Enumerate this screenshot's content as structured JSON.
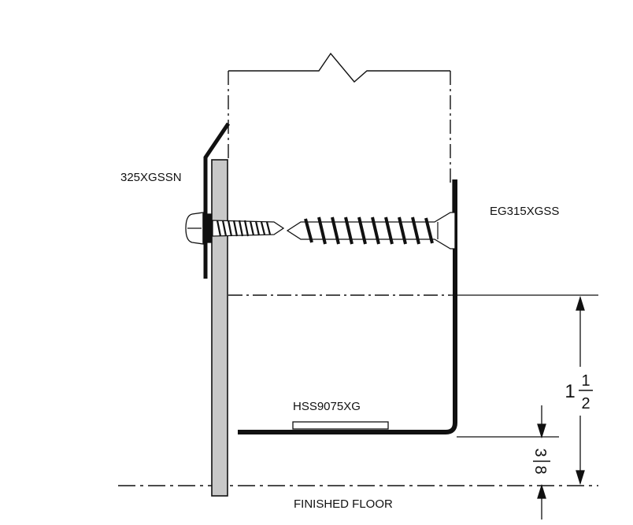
{
  "labels": {
    "part_left": "325XGSSN",
    "part_right": "EG315XGSS",
    "part_bottom": "HSS9075XG",
    "floor": "FINISHED FLOOR"
  },
  "dimensions": {
    "vertical_large": {
      "whole": "1",
      "numerator": "1",
      "denominator": "2"
    },
    "vertical_small": {
      "numerator": "3",
      "denominator": "8"
    }
  },
  "colors": {
    "line": "#111111",
    "profile": "#111111",
    "panel_fill": "#c8c8c8",
    "screw_fill": "#ffffff"
  }
}
